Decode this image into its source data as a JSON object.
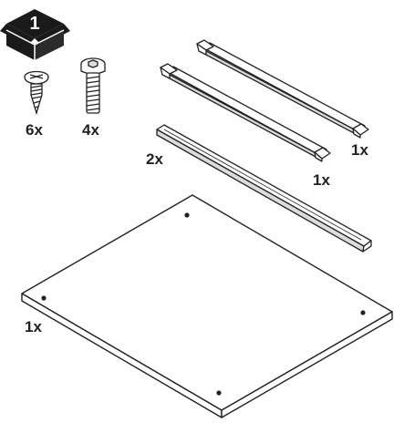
{
  "step": {
    "number": "1"
  },
  "parts": {
    "screw": {
      "quantity": "6x"
    },
    "bolt": {
      "quantity": "4x"
    },
    "rail_upper": {
      "quantity": "1x"
    },
    "rail_lower": {
      "quantity": "1x"
    },
    "bar": {
      "quantity": "2x"
    },
    "panel": {
      "quantity": "1x"
    }
  },
  "colors": {
    "line": "#222222",
    "fill_light": "#ffffff",
    "fill_gray": "#dcdcdc",
    "icon_dark": "#1a1a1a"
  }
}
